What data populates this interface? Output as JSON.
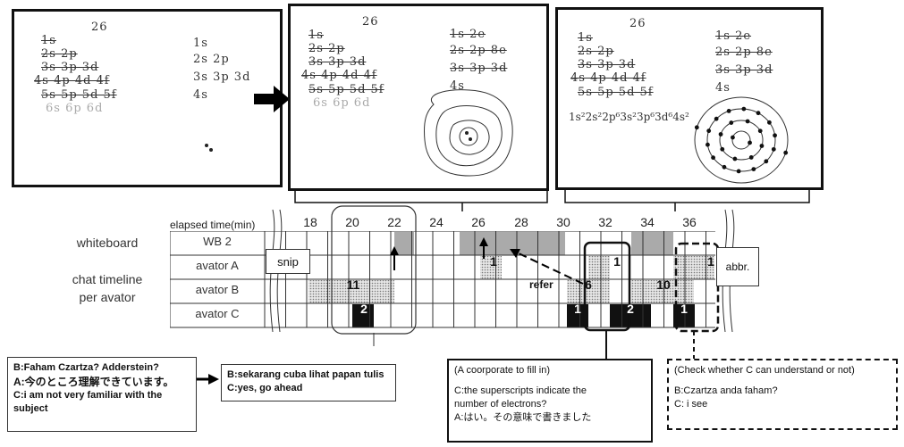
{
  "panels": [
    {
      "lines": {
        "top": "26",
        "left": [
          "1s",
          "2s 2p",
          "3s 3p 3d",
          "4s 4p 4d 4f",
          "5s 5p 5d 5f",
          "6s 6p 6d"
        ],
        "right": [
          "1s",
          "2s 2p",
          "3s 3p 3d",
          "4s"
        ]
      }
    },
    {
      "lines": {
        "top": "26",
        "left": [
          "1s",
          "2s 2p",
          "3s 3p 3d",
          "4s 4p 4d 4f",
          "5s 5p 5d 5f",
          "6s 6p 6d"
        ],
        "right": [
          "1s 2e",
          "2s 2p 8e",
          "3s 3p 3d",
          "4s"
        ]
      }
    },
    {
      "lines": {
        "top": "26",
        "left": [
          "1s",
          "2s 2p",
          "3s 3p 3d",
          "4s 4p 4d 4f",
          "5s 5p 5d 5f"
        ],
        "right": [
          "1s 2e",
          "2s 2p 8e",
          "3s 3p 3d",
          "4s"
        ],
        "config": "1s²2s²2p⁶3s²3p⁶3d⁶4s²"
      }
    }
  ],
  "timeline": {
    "axis_label": "elapsed time(min)",
    "ticks": [
      "18",
      "20",
      "22",
      "24",
      "26",
      "28",
      "30",
      "32",
      "34",
      "36"
    ],
    "rows": [
      {
        "label": "whiteboard",
        "cell": "WB 2"
      },
      {
        "label": "chat timeline",
        "cell": "avator A"
      },
      {
        "label": "per avator",
        "cell": "avator B"
      },
      {
        "label": "",
        "cell": "avator C"
      }
    ],
    "counts": {
      "b1": "11",
      "c1": "2",
      "a1": "1",
      "b2": "6",
      "a2": "1",
      "c2": "1",
      "c3": "2",
      "b3": "10",
      "a3": "1",
      "c4": "1"
    },
    "snip": "snip",
    "abbr": "abbr.",
    "refer": "refer"
  },
  "boxes": {
    "box1": {
      "l1": "B:Faham Czartza? Adderstein?",
      "l2": "A:今のところ理解できています。",
      "l3": "C:i am not very familiar with the",
      "l4": "subject"
    },
    "box2": {
      "l1": "B:sekarang cuba lihat papan tulis",
      "l2": "C:yes, go ahead"
    },
    "box3": {
      "l1": "(A coorporate to fill in)",
      "l2": "C:the superscripts indicate the",
      "l3": "number of electrons?",
      "l4": "A:はい。その意味で書きました"
    },
    "box4": {
      "l1": "(Check whether C  can understand or not)",
      "l2": "B:Czartza anda faham?",
      "l3": "C: i see"
    }
  }
}
